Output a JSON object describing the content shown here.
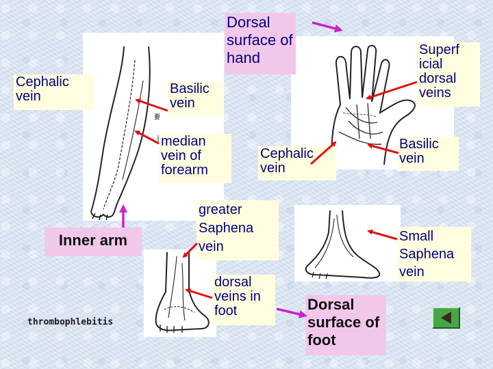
{
  "labels": {
    "dorsal_hand": "Dorsal surface of hand",
    "cephalic_vein_top": "Cephalic vein",
    "basilic_vein_top": "Basilic vein",
    "superficial_dorsal_veins": "Superf icial dorsal veins",
    "median_vein_forearm": "median vein of forearm",
    "cephalic_vein_mid": "Cephalic vein",
    "basilic_vein_mid": "Basilic vein",
    "inner_arm": "Inner arm",
    "greater_saphena_vein": "greater Saphena vein",
    "small_saphena_vein": "Small Saphena vein",
    "dorsal_veins_foot": "dorsal veins in foot",
    "dorsal_foot": "Dorsal surface of foot",
    "thrombophlebitis": "thrombophlebitis"
  },
  "colors": {
    "label_text": "#000080",
    "label_bg_yellow": "#fffde0",
    "label_bg_pink": "#f2c8ea",
    "arrow_red": "#e01010",
    "arrow_magenta": "#cc22cc",
    "nav_button": "#48a648"
  },
  "icons": {
    "nav_button": "back-triangle-icon"
  }
}
